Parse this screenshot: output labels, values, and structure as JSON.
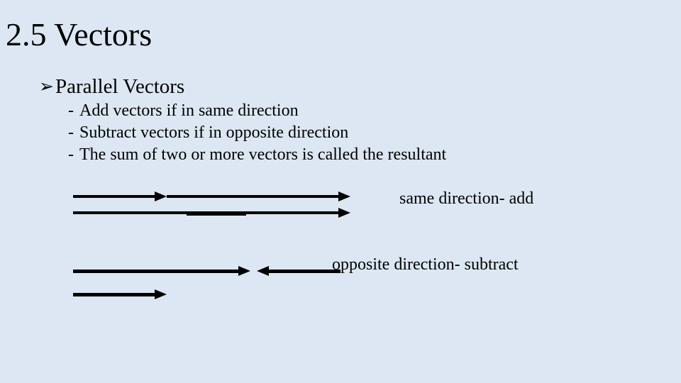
{
  "slide": {
    "title": "2.5 Vectors",
    "bullet": {
      "marker": "➢",
      "label": "Parallel Vectors"
    },
    "sub_bullet_marker": "-",
    "sub_bullets": [
      "Add vectors if in same direction",
      "Subtract vectors if in opposite direction",
      "The sum of two or more vectors is called the resultant"
    ],
    "labels": {
      "same": "same direction- add",
      "opposite": "opposite direction- subtract"
    },
    "colors": {
      "background": "#dce7f3",
      "text": "#000000",
      "arrow": "#000000"
    }
  }
}
